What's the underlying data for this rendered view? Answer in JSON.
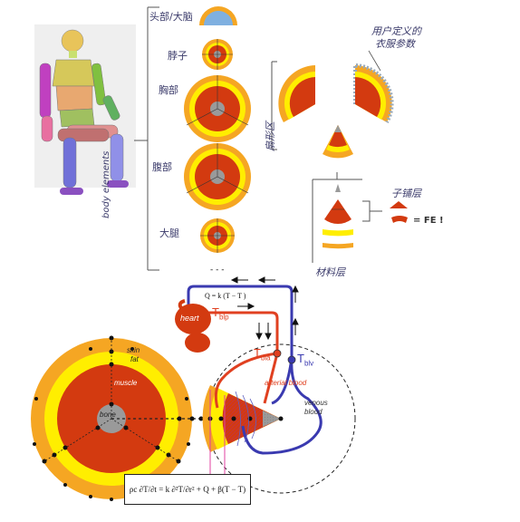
{
  "labels": {
    "head": "头部/大脑",
    "neck": "脖子",
    "chest": "胸部",
    "abdomen": "腹部",
    "thigh": "大腿",
    "body_elements": "body elements",
    "user_clothing_line1": "用户定义的",
    "user_clothing_line2": "衣服参数",
    "sector": "扇形区",
    "sub_layer": "子铺层",
    "fe_label": "= FE !",
    "material_layer": "材料层",
    "skin": "skin",
    "fat": "fat",
    "muscle": "muscle",
    "bone": "bone",
    "heart": "heart",
    "arterial_blood": "arterial blood",
    "venous_blood": "venous blood",
    "t_blp": "T",
    "t_blp_sub": "blp",
    "t_bla": "T",
    "t_bla_sub": "bla",
    "t_blv": "T",
    "t_blv_sub": "blv",
    "q_flow": "Q   = k   (T    − T  )",
    "equation": "ρc ∂T/∂t = k ∂²T/∂r² + Q  + β(T    − T)",
    "dashes": "- - -"
  },
  "colors": {
    "skin_ring": "#f5a623",
    "fat_ring": "#ffee00",
    "muscle": "#d33a10",
    "bone": "#9a9a9a",
    "arterial": "#e04020",
    "venous": "#3a3ab0",
    "heart": "#d33a10",
    "brain_blue": "#7fb0e0",
    "text_label": "#3a3a6a"
  }
}
